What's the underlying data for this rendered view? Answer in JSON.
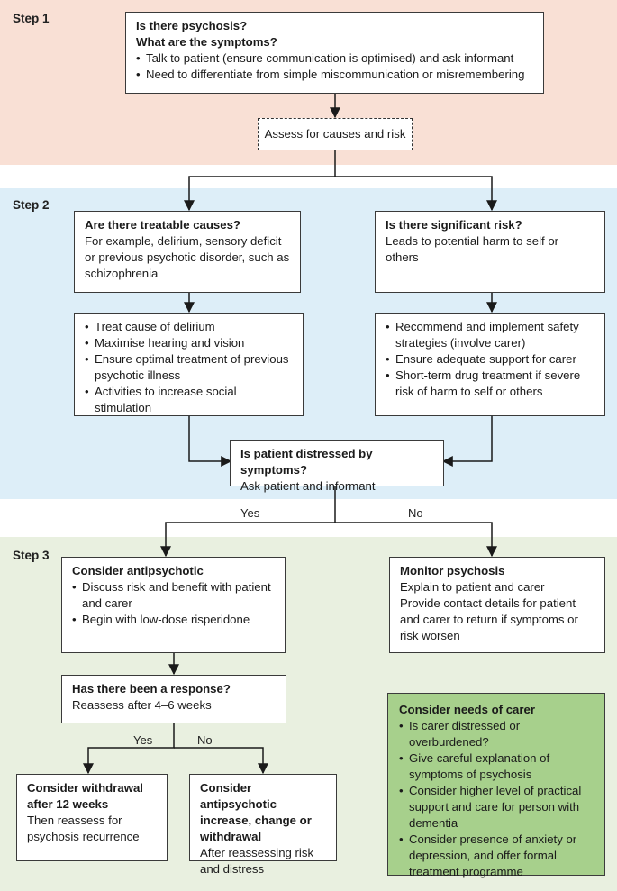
{
  "steps": {
    "step1": "Step 1",
    "step2": "Step 2",
    "step3": "Step 3"
  },
  "psychosis_box": {
    "title_line1": "Is there psychosis?",
    "title_line2": "What are the symptoms?",
    "bullets": [
      "Talk to patient (ensure communication is optimised) and ask informant",
      "Need to differentiate from simple miscommunication or misremembering"
    ]
  },
  "assess_box": {
    "text": "Assess for causes and risk"
  },
  "treatable_box": {
    "title": "Are there treatable causes?",
    "text": "For example, delirium, sensory deficit or previous psychotic disorder, such as schizophrenia"
  },
  "risk_box": {
    "title": "Is there significant risk?",
    "text": "Leads to potential harm to self or others"
  },
  "treat_actions_box": {
    "bullets": [
      "Treat cause of delirium",
      "Maximise hearing and vision",
      "Ensure optimal treatment of previous psychotic illness",
      "Activities to increase social stimulation"
    ]
  },
  "safety_box": {
    "bullets": [
      "Recommend and implement safety strategies (involve carer)",
      "Ensure adequate support for carer",
      "Short-term drug treatment if severe risk of harm to self or others"
    ]
  },
  "distress_box": {
    "title": "Is patient distressed by symptoms?",
    "text": "Ask patient and informant"
  },
  "branch_labels": {
    "yes": "Yes",
    "no": "No",
    "yes2": "Yes",
    "no2": "No"
  },
  "antipsychotic_box": {
    "title": "Consider antipsychotic",
    "bullets": [
      "Discuss risk and benefit with patient and carer",
      "Begin with low-dose risperidone"
    ]
  },
  "monitor_box": {
    "title": "Monitor psychosis",
    "lines": [
      "Explain to patient and carer",
      "Provide contact details for patient and carer to return if symptoms or risk worsen"
    ]
  },
  "response_box": {
    "title": "Has there been a response?",
    "text": "Reassess after 4–6 weeks"
  },
  "withdrawal_box": {
    "title": "Consider withdrawal after 12 weeks",
    "text": "Then reassess for psychosis recurrence"
  },
  "change_box": {
    "title": "Consider antipsychotic increase, change or withdrawal",
    "text": "After reassessing risk and distress"
  },
  "carer_box": {
    "title": "Consider needs of carer",
    "bullets": [
      "Is carer distressed or overburdened?",
      "Give careful explanation of symptoms of psychosis",
      "Consider higher level of practical support and care for person with dementia",
      "Consider presence of anxiety or depression, and offer formal treatment programme"
    ]
  },
  "colors": {
    "step1_band": "#f9e0d5",
    "step2_band": "#ddeef8",
    "step3_band": "#e9f0e0",
    "carer_box_fill": "#a7d08c",
    "line": "#1a1a1a"
  }
}
